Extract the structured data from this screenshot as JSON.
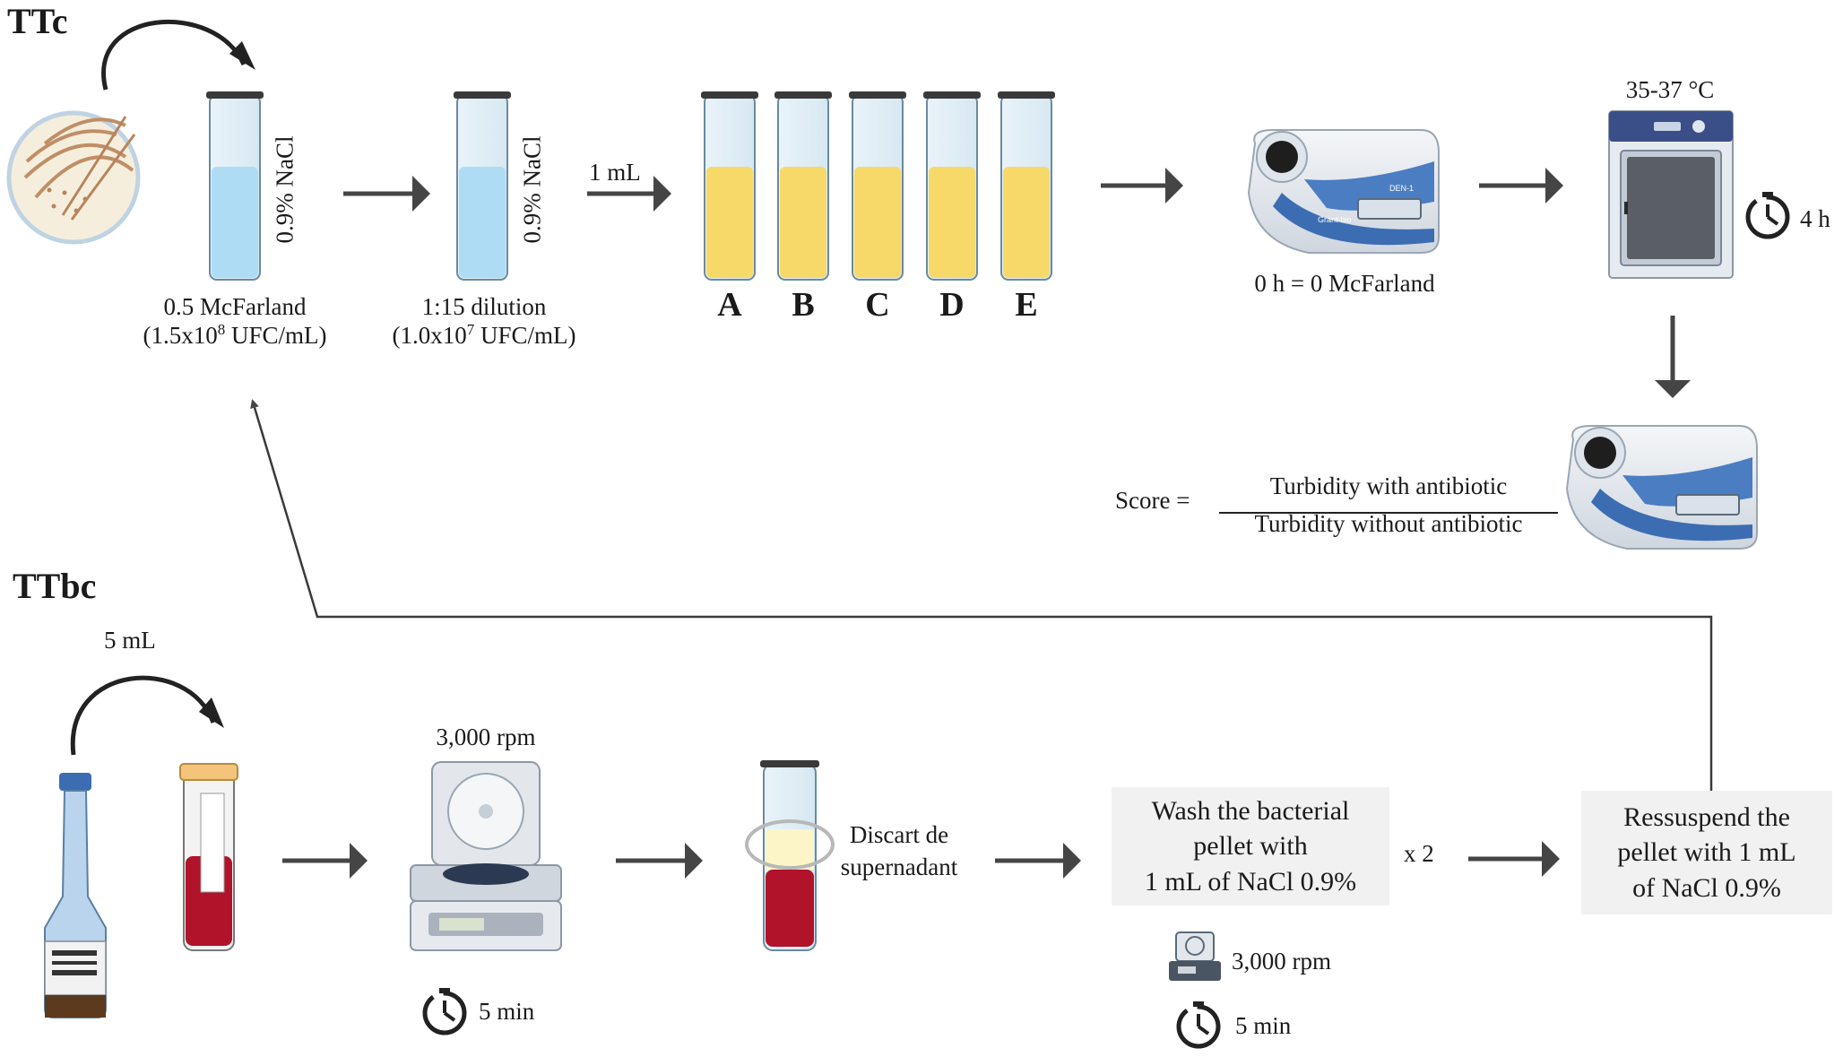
{
  "ttc": {
    "title": "TTc",
    "nacl_label": "0.9% NaCl",
    "tube1_caption1": "0.5 McFarland",
    "tube1_caption2_pre": "(1.5x10",
    "tube1_caption2_sup": "8",
    "tube1_caption2_post": " UFC/mL)",
    "tube2_caption1": "1:15 dilution",
    "tube2_caption2_pre": "(1.0x10",
    "tube2_caption2_sup": "7",
    "tube2_caption2_post": " UFC/mL)",
    "transfer_label": "1 mL",
    "tube_letters": [
      "A",
      "B",
      "C",
      "D",
      "E"
    ],
    "densimeter_caption": "0 h = 0 McFarland",
    "incubator_temp": "35-37 °C",
    "incubation_time": "4 h"
  },
  "score": {
    "label": "Score =",
    "numerator": "Turbidity with antibiotic",
    "denominator": "Turbidity without antibiotic"
  },
  "ttbc": {
    "title": "TTbc",
    "volume_label": "5 mL",
    "centrifuge_speed": "3,000 rpm",
    "centrifuge_time": "5 min",
    "discard_label": "Discart de\nsupernadant",
    "wash_box": "Wash the bacterial\npellet with\n1 mL of NaCl 0.9%",
    "wash_repeat": "x 2",
    "wash_speed": "3,000 rpm",
    "wash_time": "5 min",
    "resuspend_box": "Ressuspend the\npellet with 1 mL\nof NaCl 0.9%"
  },
  "device_text": {
    "densimeter_model": "DEN-1",
    "densimeter_brand": "Grant-bio"
  },
  "colors": {
    "saline": "#aedcf5",
    "culture": "#f7d96a",
    "blood": "#b0132a",
    "arrow": "#454545",
    "box_bg": "#f1f1f1",
    "device_blue": "#3c6db3"
  }
}
